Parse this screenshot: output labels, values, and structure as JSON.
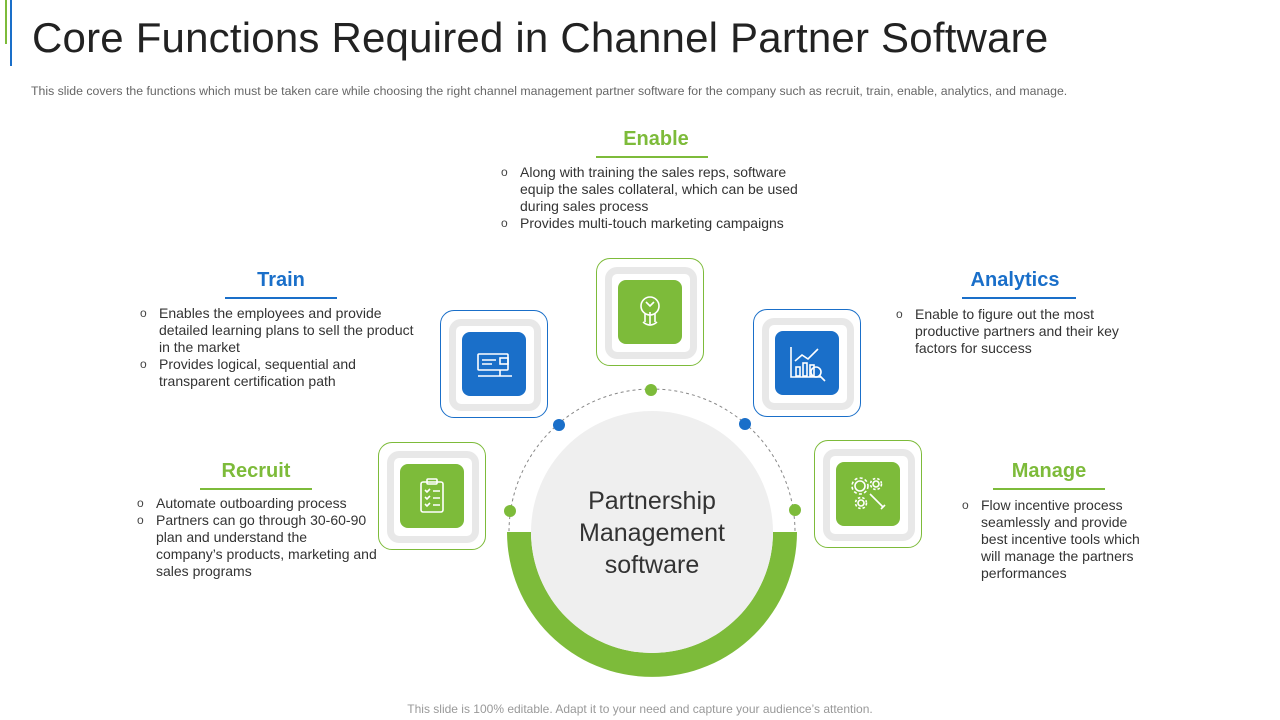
{
  "title": "Core Functions Required in Channel Partner Software",
  "subtitle": "This slide covers the functions which must be taken care while choosing the right channel management partner software for the company such as recruit, train, enable, analytics, and manage.",
  "center_label": [
    "Partnership",
    "Management",
    "software"
  ],
  "colors": {
    "green": "#7dbb3a",
    "blue": "#1a6fc9"
  },
  "functions": {
    "enable": {
      "title": "Enable",
      "points": [
        "Along with training the sales reps, software equip the sales collateral, which can be used during sales process",
        "Provides multi-touch marketing campaigns"
      ],
      "icon": "hand-idea-icon"
    },
    "train": {
      "title": "Train",
      "points": [
        "Enables the employees and provide detailed learning plans to sell the product in the market",
        "Provides logical, sequential and transparent certification path"
      ],
      "icon": "training-icon"
    },
    "analytics": {
      "title": "Analytics",
      "points": [
        "Enable to figure out the most productive partners and their key factors for success"
      ],
      "icon": "chart-magnifier-icon"
    },
    "recruit": {
      "title": "Recruit",
      "points": [
        "Automate outboarding process",
        "Partners can go through 30-60-90 plan and understand the company’s products, marketing and sales programs"
      ],
      "icon": "checklist-icon"
    },
    "manage": {
      "title": "Manage",
      "points": [
        "Flow incentive process seamlessly and provide best incentive tools which will manage the partners performances"
      ],
      "icon": "gears-wrench-icon"
    }
  },
  "footer": "This slide is 100% editable. Adapt it to your need and capture your audience’s attention."
}
